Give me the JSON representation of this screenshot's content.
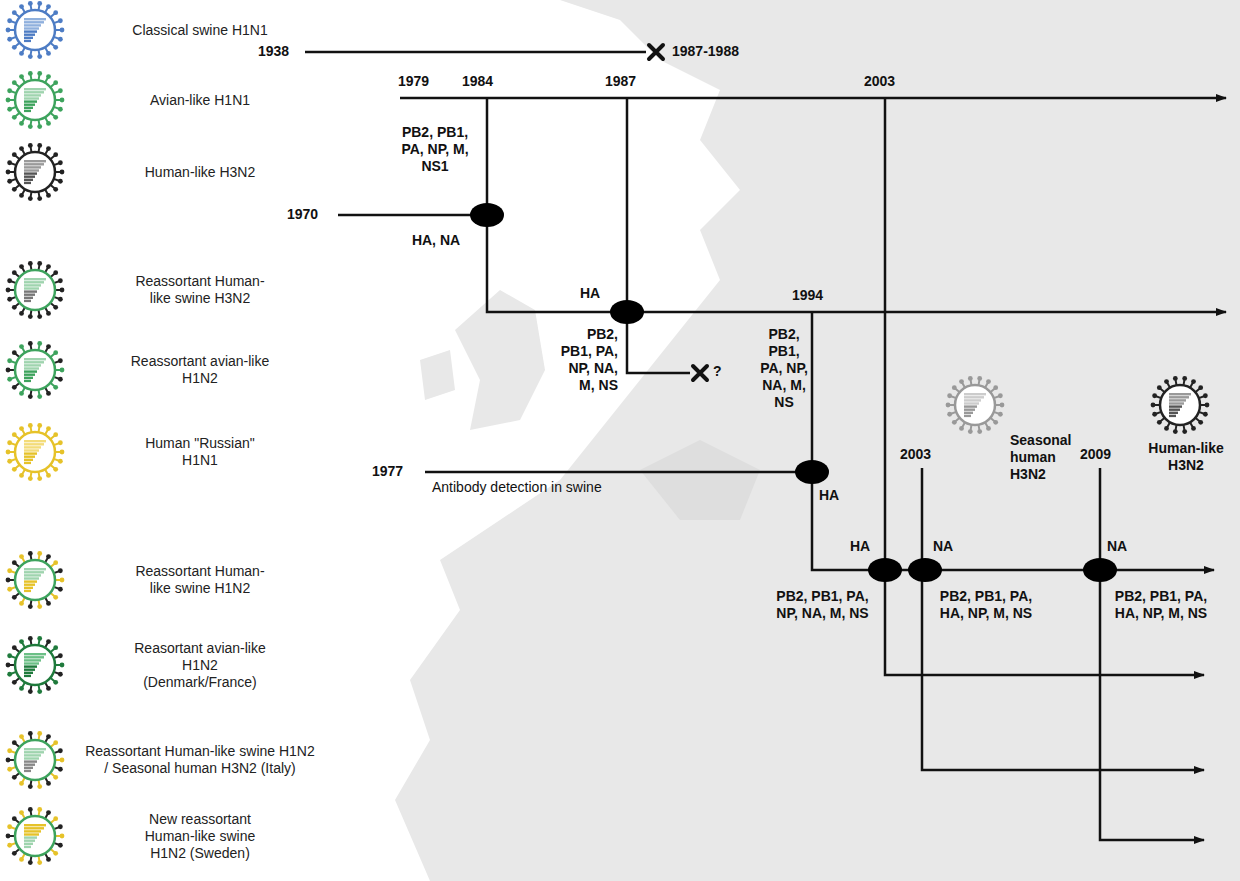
{
  "diagram": {
    "labels": [
      "1938",
      "1987-1988",
      "1979",
      "1984",
      "1987",
      "2003",
      "PB2, PB1, PA, NP, M, NS1",
      "1970",
      "HA, NA",
      "HA",
      "PB2, PB1, PA, NP, NA, M, NS",
      "1994",
      "PB2, PB1, PA, NP, NA, M, NS",
      "?",
      "1977",
      "Antibody detection in swine",
      "HA",
      "HA",
      "PB2, PB1, PA, NP, NA, M, NS",
      "2003",
      "Seasonal human H3N2",
      "NA",
      "PB2, PB1, PA, HA, NP, M, NS",
      "2009",
      "Human-like H3N2",
      "NA",
      "PB2, PB1, PA, HA, NP, M, NS"
    ],
    "legend": [
      {
        "text": "Classical swine H1N1"
      },
      {
        "text": "Avian-like H1N1"
      },
      {
        "text": "Human-like H3N2"
      },
      {
        "text": "Reassortant Human-like swine H3N2"
      },
      {
        "text": "Reassortant avian-like H1N2"
      },
      {
        "text": "Human \"Russian\" H1N1"
      },
      {
        "text": "Reassortant Human-like swine H1N2"
      },
      {
        "text": "Reasortant avian-like H1N2 (Denmark/France)"
      },
      {
        "text": "Reassortant Human-like swine H1N2 / Seasonal human H3N2 (Italy)"
      },
      {
        "text": "New reassortant Human-like swine H1N2 (Sweden)"
      }
    ]
  }
}
